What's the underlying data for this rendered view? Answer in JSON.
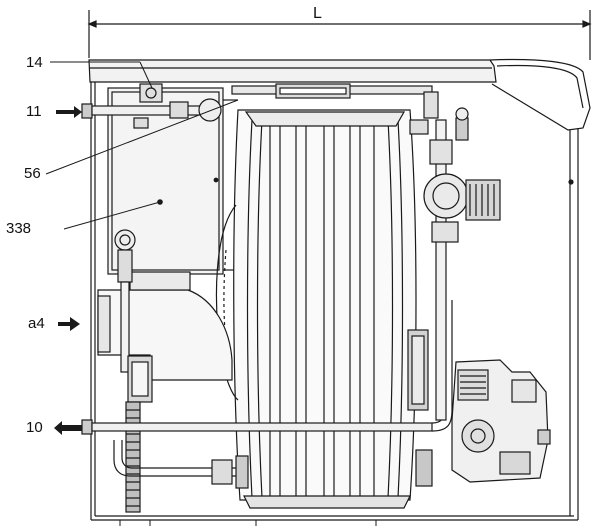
{
  "dimension": {
    "label": "L"
  },
  "callouts": [
    {
      "id": "c14",
      "text": "14"
    },
    {
      "id": "c11",
      "text": "11"
    },
    {
      "id": "c56",
      "text": "56"
    },
    {
      "id": "c338",
      "text": "338"
    },
    {
      "id": "ca4",
      "text": "a4"
    },
    {
      "id": "c10",
      "text": "10"
    }
  ],
  "colors": {
    "line": "#1a1a1a",
    "shade": "#d8d8d8",
    "light": "#f2f2f2"
  }
}
